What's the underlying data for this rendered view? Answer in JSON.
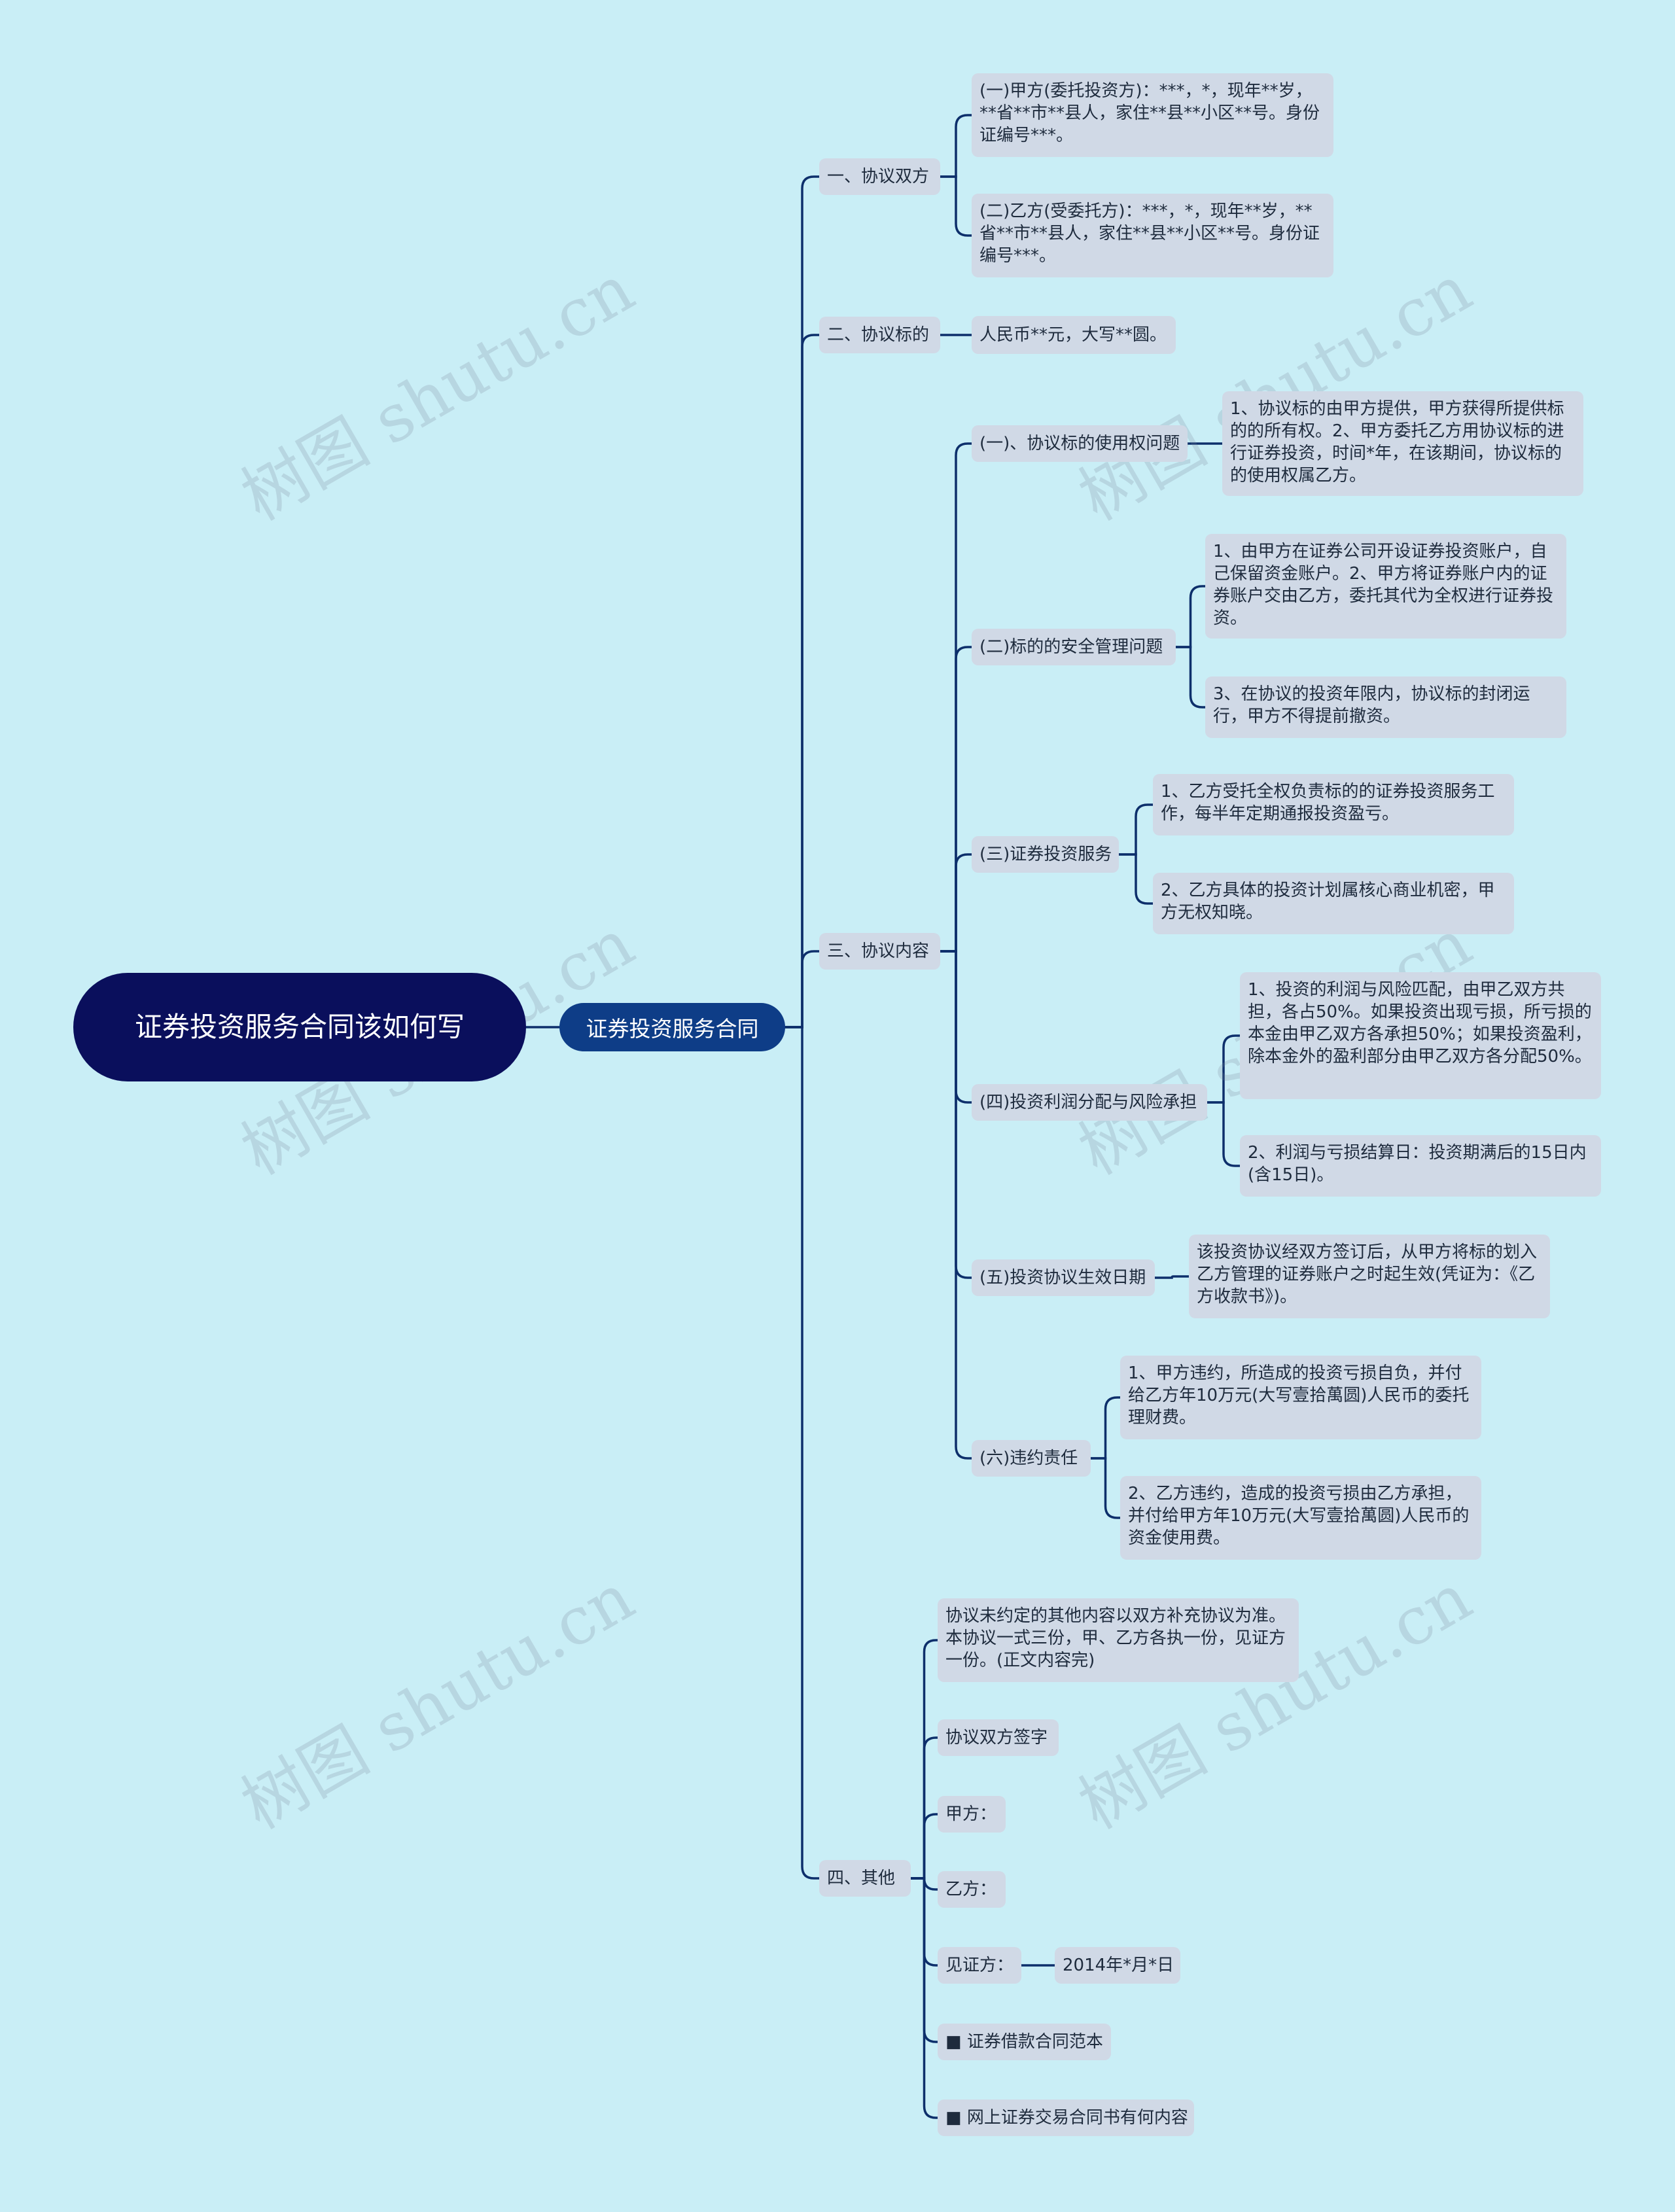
{
  "root": {
    "label": "证券投资服务合同该如何写"
  },
  "main": {
    "label": "证券投资服务合同"
  },
  "sections": {
    "s1": {
      "label": "一、协议双方",
      "items": [
        "(一)甲方(委托投资方)：***，*，现年**岁，**省**市**县人，家住**县**小区**号。身份证编号***。",
        "(二)乙方(受委托方)：***，*，现年**岁，**省**市**县人，家住**县**小区**号。身份证编号***。"
      ]
    },
    "s2": {
      "label": "二、协议标的",
      "items": [
        "人民币**元，大写**圆。"
      ]
    },
    "s3": {
      "label": "三、协议内容",
      "subs": [
        {
          "label": "(一)、协议标的使用权问题",
          "items": [
            "1、协议标的由甲方提供，甲方获得所提供标的的所有权。2、甲方委托乙方用协议标的进行证券投资，时间*年，在该期间，协议标的的使用权属乙方。"
          ]
        },
        {
          "label": "(二)标的的安全管理问题",
          "items": [
            "1、由甲方在证券公司开设证券投资账户，自己保留资金账户。2、甲方将证券账户内的证券账户交由乙方，委托其代为全权进行证券投资。",
            "3、在协议的投资年限内，协议标的封闭运行，甲方不得提前撤资。"
          ]
        },
        {
          "label": "(三)证券投资服务",
          "items": [
            "1、乙方受托全权负责标的的证券投资服务工作，每半年定期通报投资盈亏。",
            "2、乙方具体的投资计划属核心商业机密，甲方无权知晓。"
          ]
        },
        {
          "label": "(四)投资利润分配与风险承担",
          "items": [
            "1、投资的利润与风险匹配，由甲乙双方共担，各占50%。如果投资出现亏损，所亏损的本金由甲乙双方各承担50%；如果投资盈利，除本金外的盈利部分由甲乙双方各分配50%。",
            "2、利润与亏损结算日：投资期满后的15日内(含15日)。"
          ]
        },
        {
          "label": "(五)投资协议生效日期",
          "items": [
            "该投资协议经双方签订后，从甲方将标的划入乙方管理的证券账户之时起生效(凭证为：《乙方收款书》)。"
          ]
        },
        {
          "label": "(六)违约责任",
          "items": [
            "1、甲方违约，所造成的投资亏损自负，并付给乙方年10万元(大写壹拾萬圆)人民币的委托理财费。",
            "2、乙方违约，造成的投资亏损由乙方承担，并付给甲方年10万元(大写壹拾萬圆)人民币的资金使用费。"
          ]
        }
      ]
    },
    "s4": {
      "label": "四、其他",
      "items": [
        "协议未约定的其他内容以双方补充协议为准。本协议一式三份，甲、乙方各执一份，见证方一份。(正文内容完)",
        "协议双方签字",
        "甲方：",
        "乙方：",
        "见证方：",
        "■ 证券借款合同范本",
        "■ 网上证券交易合同书有何内容"
      ],
      "date": "2014年*月*日"
    }
  },
  "watermark": "树图 shutu.cn",
  "colors": {
    "background": "#c9eef6",
    "root": "#0a0f5c",
    "main": "#0e3d87",
    "box": "#d0d9e6",
    "line": "#0d2f6b"
  }
}
